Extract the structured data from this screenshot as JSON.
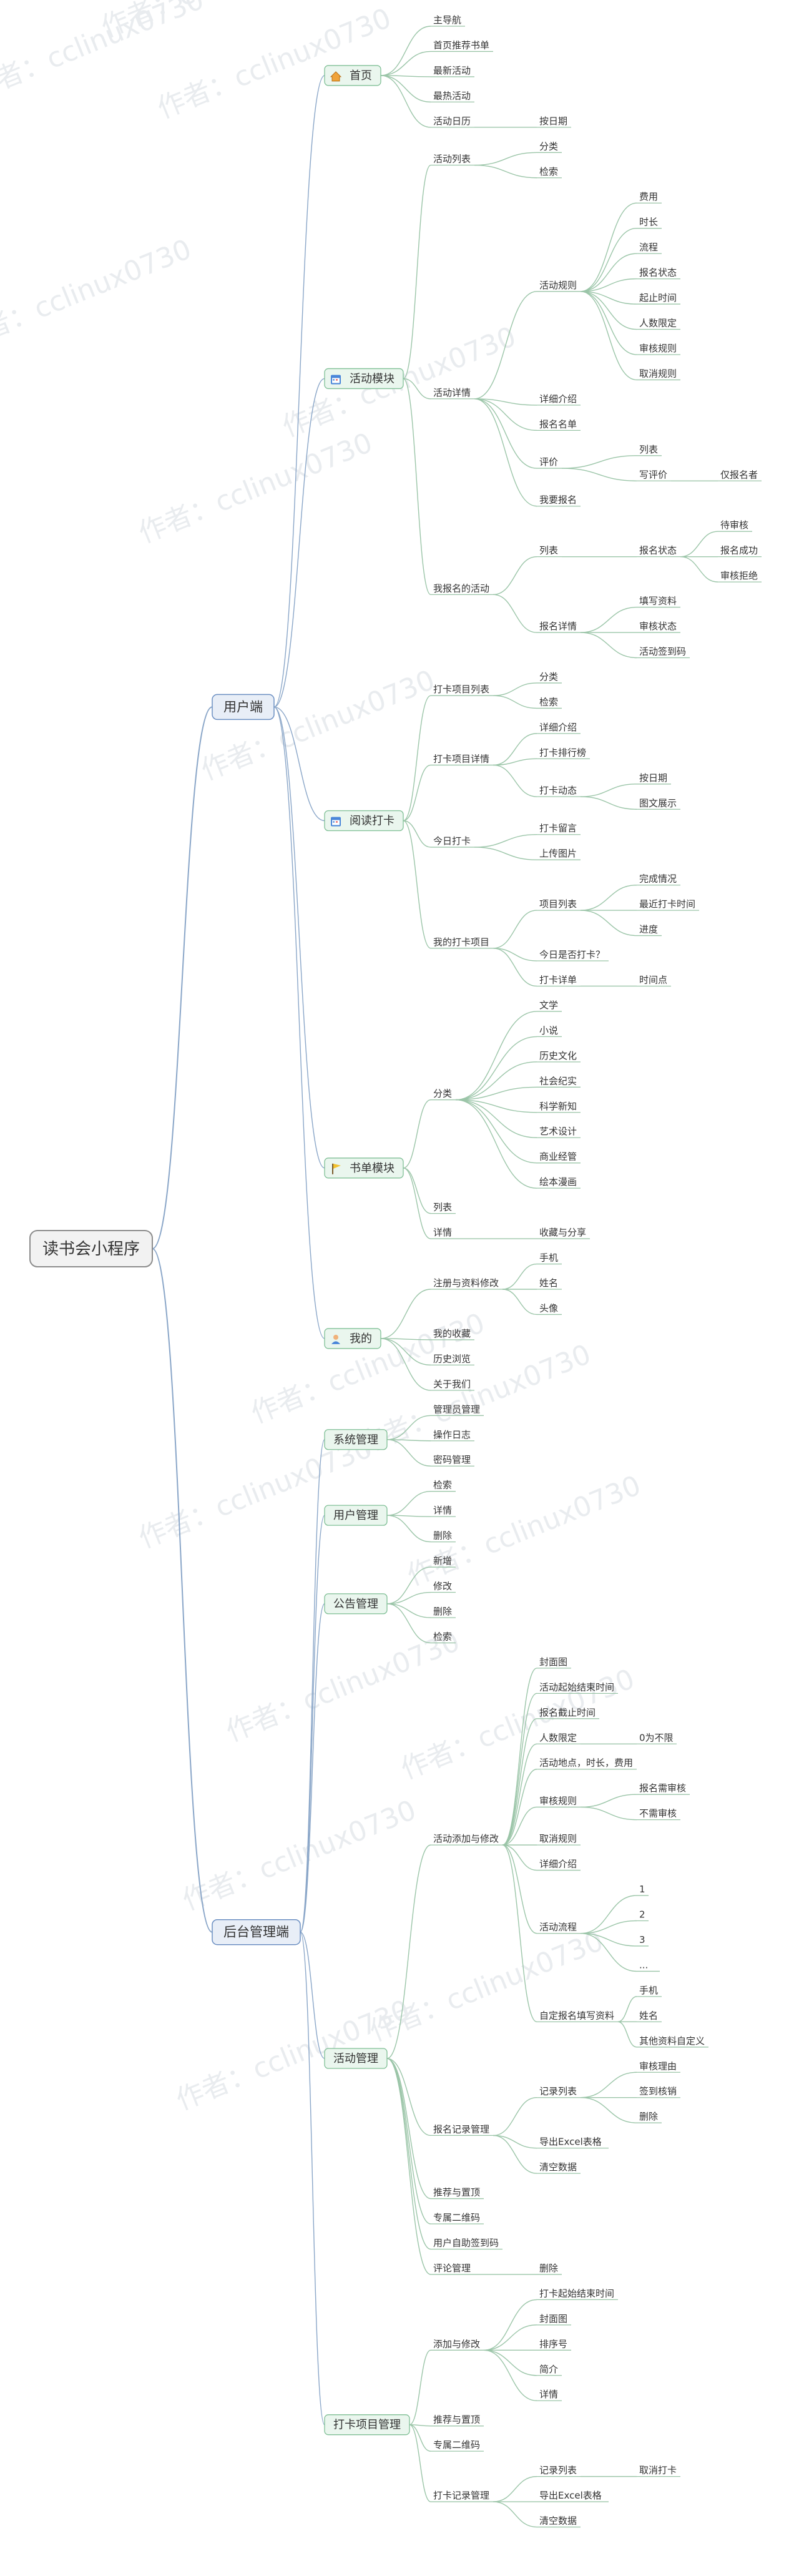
{
  "watermark": "作者：cclinux0730",
  "root": {
    "label": "读书会小程序"
  },
  "branches": [
    {
      "label": "用户端",
      "children": [
        {
          "label": "首页",
          "icon": "home-icon",
          "children": [
            {
              "label": "主导航"
            },
            {
              "label": "首页推荐书单"
            },
            {
              "label": "最新活动"
            },
            {
              "label": "最热活动"
            },
            {
              "label": "活动日历",
              "children": [
                {
                  "label": "按日期"
                }
              ]
            }
          ]
        },
        {
          "label": "活动模块",
          "icon": "calendar-icon",
          "children": [
            {
              "label": "活动列表",
              "children": [
                {
                  "label": "分类"
                },
                {
                  "label": "检索"
                }
              ]
            },
            {
              "label": "活动详情",
              "children": [
                {
                  "label": "活动规则",
                  "children": [
                    {
                      "label": "费用"
                    },
                    {
                      "label": "时长"
                    },
                    {
                      "label": "流程"
                    },
                    {
                      "label": "报名状态"
                    },
                    {
                      "label": "起止时间"
                    },
                    {
                      "label": "人数限定"
                    },
                    {
                      "label": "审核规则"
                    },
                    {
                      "label": "取消规则"
                    }
                  ]
                },
                {
                  "label": "详细介绍"
                },
                {
                  "label": "报名名单"
                },
                {
                  "label": "评价",
                  "children": [
                    {
                      "label": "列表"
                    },
                    {
                      "label": "写评价",
                      "children": [
                        {
                          "label": "仅报名者"
                        }
                      ]
                    }
                  ]
                },
                {
                  "label": "我要报名"
                }
              ]
            },
            {
              "label": "我报名的活动",
              "children": [
                {
                  "label": "列表",
                  "children": [
                    {
                      "label": "报名状态",
                      "children": [
                        {
                          "label": "待审核"
                        },
                        {
                          "label": "报名成功"
                        },
                        {
                          "label": "审核拒绝"
                        }
                      ]
                    }
                  ]
                },
                {
                  "label": "报名详情",
                  "children": [
                    {
                      "label": "填写资料"
                    },
                    {
                      "label": "审核状态"
                    },
                    {
                      "label": "活动签到码"
                    }
                  ]
                }
              ]
            }
          ]
        },
        {
          "label": "阅读打卡",
          "icon": "calendar-icon",
          "children": [
            {
              "label": "打卡项目列表",
              "children": [
                {
                  "label": "分类"
                },
                {
                  "label": "检索"
                }
              ]
            },
            {
              "label": "打卡项目详情",
              "children": [
                {
                  "label": "详细介绍"
                },
                {
                  "label": "打卡排行榜"
                },
                {
                  "label": "打卡动态",
                  "children": [
                    {
                      "label": "按日期"
                    },
                    {
                      "label": "图文展示"
                    }
                  ]
                }
              ]
            },
            {
              "label": "今日打卡",
              "children": [
                {
                  "label": "打卡留言"
                },
                {
                  "label": "上传图片"
                }
              ]
            },
            {
              "label": "我的打卡项目",
              "children": [
                {
                  "label": "项目列表",
                  "children": [
                    {
                      "label": "完成情况"
                    },
                    {
                      "label": "最近打卡时间"
                    },
                    {
                      "label": "进度"
                    }
                  ]
                },
                {
                  "label": "今日是否打卡？"
                },
                {
                  "label": "打卡详单",
                  "children": [
                    {
                      "label": "时间点"
                    }
                  ]
                }
              ]
            }
          ]
        },
        {
          "label": "书单模块",
          "icon": "flag-icon",
          "children": [
            {
              "label": "分类",
              "children": [
                {
                  "label": "文学"
                },
                {
                  "label": "小说"
                },
                {
                  "label": "历史文化"
                },
                {
                  "label": "社会纪实"
                },
                {
                  "label": "科学新知"
                },
                {
                  "label": "艺术设计"
                },
                {
                  "label": "商业经管"
                },
                {
                  "label": "绘本漫画"
                }
              ]
            },
            {
              "label": "列表"
            },
            {
              "label": "详情",
              "children": [
                {
                  "label": "收藏与分享"
                }
              ]
            }
          ]
        },
        {
          "label": "我的",
          "icon": "user-icon",
          "children": [
            {
              "label": "注册与资料修改",
              "children": [
                {
                  "label": "手机"
                },
                {
                  "label": "姓名"
                },
                {
                  "label": "头像"
                }
              ]
            },
            {
              "label": "我的收藏"
            },
            {
              "label": "历史浏览"
            },
            {
              "label": "关于我们"
            }
          ]
        }
      ]
    },
    {
      "label": "后台管理端",
      "children": [
        {
          "label": "系统管理",
          "children": [
            {
              "label": "管理员管理"
            },
            {
              "label": "操作日志"
            },
            {
              "label": "密码管理"
            }
          ]
        },
        {
          "label": "用户管理",
          "children": [
            {
              "label": "检索"
            },
            {
              "label": "详情"
            },
            {
              "label": "删除"
            }
          ]
        },
        {
          "label": "公告管理",
          "children": [
            {
              "label": "新增"
            },
            {
              "label": "修改"
            },
            {
              "label": "删除"
            },
            {
              "label": "检索"
            }
          ]
        },
        {
          "label": "活动管理",
          "children": [
            {
              "label": "活动添加与修改",
              "children": [
                {
                  "label": "封面图"
                },
                {
                  "label": "活动起始结束时间"
                },
                {
                  "label": "报名截止时间"
                },
                {
                  "label": "人数限定",
                  "children": [
                    {
                      "label": "0为不限"
                    }
                  ]
                },
                {
                  "label": "活动地点，时长，费用"
                },
                {
                  "label": "审核规则",
                  "children": [
                    {
                      "label": "报名需审核"
                    },
                    {
                      "label": "不需审核"
                    }
                  ]
                },
                {
                  "label": "取消规则"
                },
                {
                  "label": "详细介绍"
                },
                {
                  "label": "活动流程",
                  "children": [
                    {
                      "label": "1"
                    },
                    {
                      "label": "2"
                    },
                    {
                      "label": "3"
                    },
                    {
                      "label": "..."
                    }
                  ]
                },
                {
                  "label": "自定报名填写资料",
                  "children": [
                    {
                      "label": "手机"
                    },
                    {
                      "label": "姓名"
                    },
                    {
                      "label": "其他资料自定义"
                    }
                  ]
                }
              ]
            },
            {
              "label": "报名记录管理",
              "children": [
                {
                  "label": "记录列表",
                  "children": [
                    {
                      "label": "审核理由"
                    },
                    {
                      "label": "签到核销"
                    },
                    {
                      "label": "删除"
                    }
                  ]
                },
                {
                  "label": "导出Excel表格"
                },
                {
                  "label": "清空数据"
                }
              ]
            },
            {
              "label": "推荐与置顶"
            },
            {
              "label": "专属二维码"
            },
            {
              "label": "用户自助签到码"
            },
            {
              "label": "评论管理",
              "children": [
                {
                  "label": "删除"
                }
              ]
            }
          ]
        },
        {
          "label": "打卡项目管理",
          "children": [
            {
              "label": "添加与修改",
              "children": [
                {
                  "label": "打卡起始结束时间"
                },
                {
                  "label": "封面图"
                },
                {
                  "label": "排序号"
                },
                {
                  "label": "简介"
                },
                {
                  "label": "详情"
                }
              ]
            },
            {
              "label": "推荐与置顶"
            },
            {
              "label": "专属二维码"
            },
            {
              "label": "打卡记录管理",
              "children": [
                {
                  "label": "记录列表",
                  "children": [
                    {
                      "label": "取消打卡"
                    }
                  ]
                },
                {
                  "label": "导出Excel表格"
                },
                {
                  "label": "清空数据"
                }
              ]
            }
          ]
        }
      ]
    }
  ]
}
